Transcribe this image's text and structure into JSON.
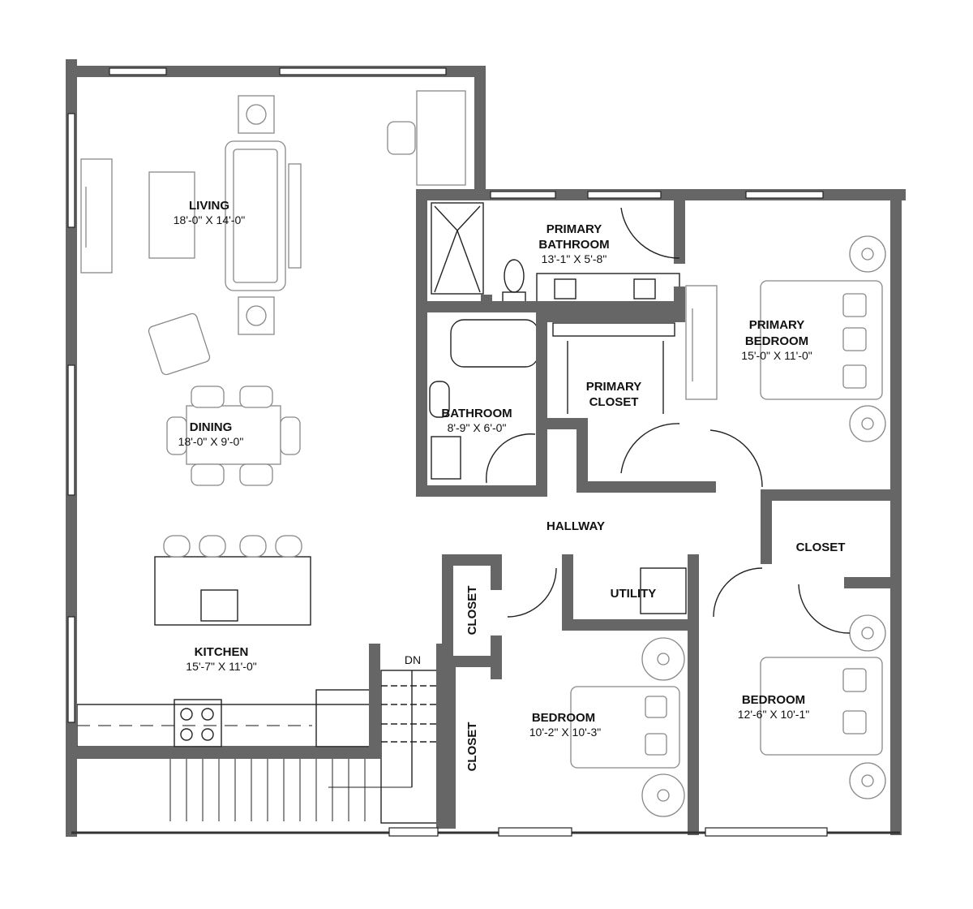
{
  "rooms": {
    "living": {
      "name": "LIVING",
      "dims": "18'-0\" X 14'-0\""
    },
    "dining": {
      "name": "DINING",
      "dims": "18'-0\" X 9'-0\""
    },
    "kitchen": {
      "name": "KITCHEN",
      "dims": "15'-7\" X 11'-0\""
    },
    "primary_bathroom": {
      "name1": "PRIMARY",
      "name2": "BATHROOM",
      "dims": "13'-1\" X 5'-8\""
    },
    "primary_bedroom": {
      "name1": "PRIMARY",
      "name2": "BEDROOM",
      "dims": "15'-0\" X 11'-0\""
    },
    "primary_closet": {
      "name1": "PRIMARY",
      "name2": "CLOSET"
    },
    "bathroom": {
      "name": "BATHROOM",
      "dims": "8'-9\" X 6'-0\""
    },
    "hallway": {
      "name": "HALLWAY"
    },
    "closet_right": {
      "name": "CLOSET"
    },
    "utility": {
      "name": "UTILITY"
    },
    "closet_upper": {
      "name": "CLOSET"
    },
    "closet_lower": {
      "name": "CLOSET"
    },
    "bedroom_mid": {
      "name": "BEDROOM",
      "dims": "10'-2\" X 10'-3\""
    },
    "bedroom_right": {
      "name": "BEDROOM",
      "dims": "12'-6\" X 10'-1\""
    }
  },
  "stairs": {
    "label": "DN"
  }
}
